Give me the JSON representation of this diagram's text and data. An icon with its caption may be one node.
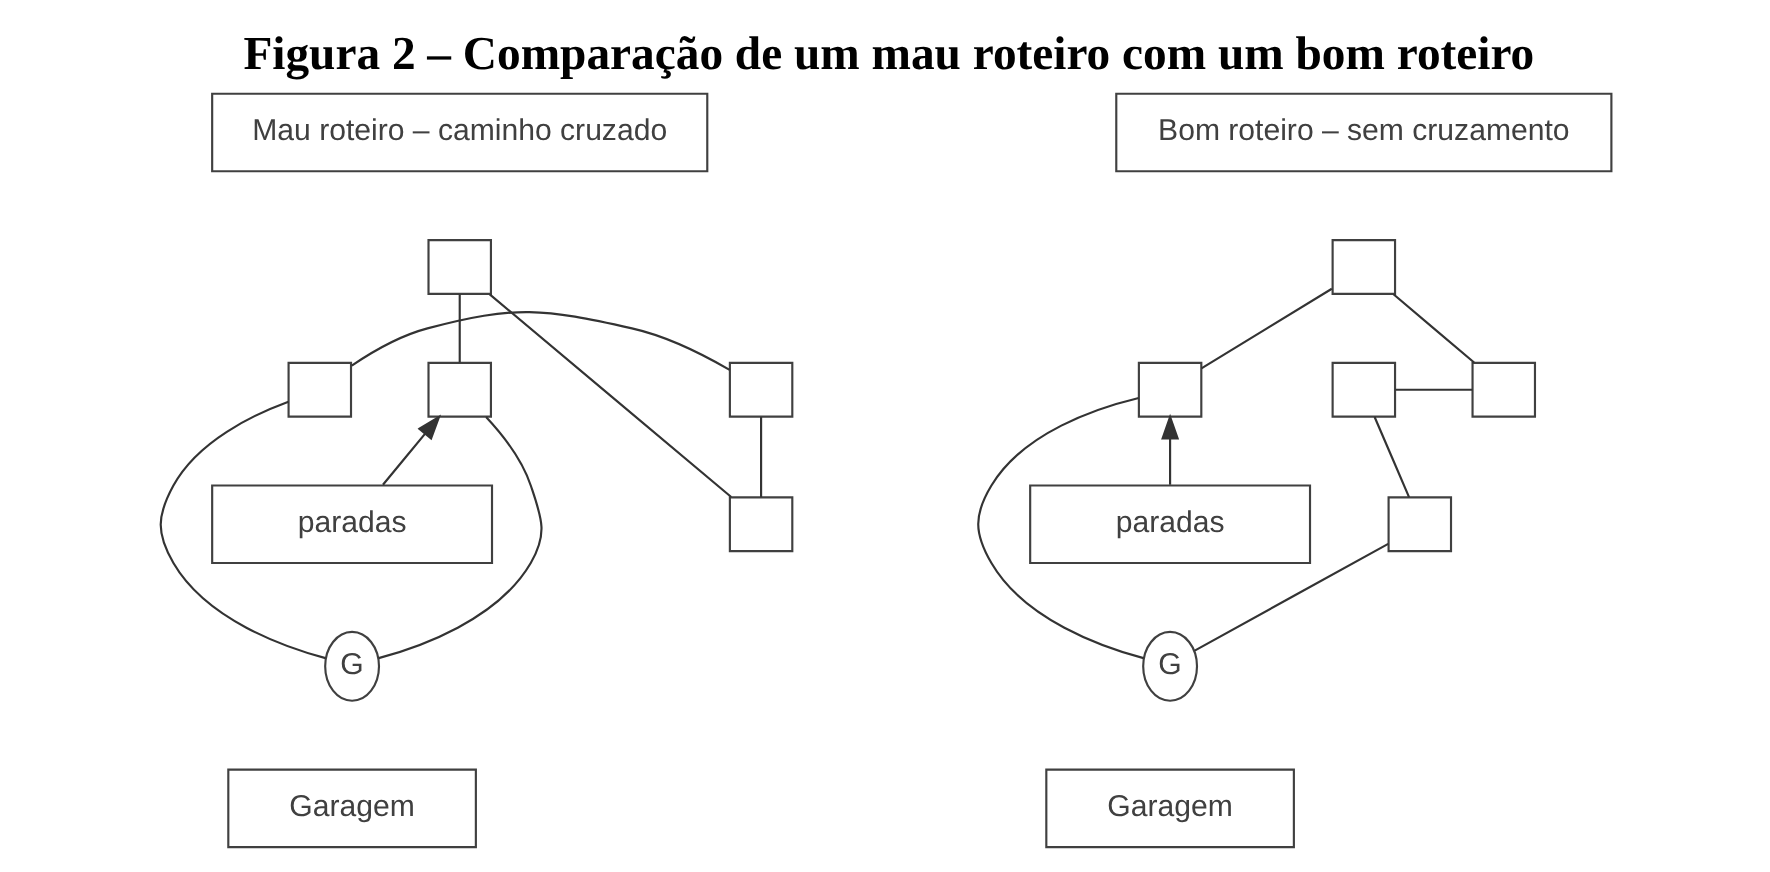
{
  "diagram": {
    "title": "Figura 2 – Comparação de um mau roteiro com um bom roteiro",
    "nodes": [
      {
        "text": [
          "Mau roteiro – caminho cruzado"
        ]
      },
      {
        "text": [
          "Bom roteiro – sem cruzamento"
        ]
      },
      {
        "text": [],
        "shape": "box"
      },
      {
        "text": [],
        "shape": "box"
      },
      {
        "text": [],
        "shape": "box"
      },
      {
        "text": [],
        "shape": "box"
      },
      {
        "text": [
          "paradas"
        ]
      },
      {
        "text": [],
        "shape": "box"
      },
      {
        "text": [
          "G"
        ]
      },
      {
        "text": [
          "Garagem"
        ]
      },
      {
        "text": [],
        "shape": "box"
      },
      {
        "text": [],
        "shape": "box"
      },
      {
        "text": [],
        "shape": "box"
      },
      {
        "text": [],
        "shape": "box"
      },
      {
        "text": [
          "paradas"
        ]
      },
      {
        "text": [],
        "shape": "box"
      },
      {
        "text": [
          "G"
        ]
      },
      {
        "text": [
          "Garagem"
        ]
      }
    ],
    "edges": [
      {
        "from": 3,
        "to": 2,
        "arrow": "none"
      },
      {
        "from": 2,
        "to": 7,
        "arrow": "none"
      },
      {
        "from": 4,
        "to": 5,
        "arrow": "none"
      },
      {
        "from": 5,
        "to": 7,
        "arrow": "none"
      },
      {
        "from": 3,
        "to": 8,
        "arrow": "none"
      },
      {
        "from": 4,
        "to": 8,
        "arrow": "none"
      },
      {
        "from": 6,
        "to": 3,
        "arrow": "to"
      },
      {
        "from": 11,
        "to": 10,
        "arrow": "none"
      },
      {
        "from": 10,
        "to": 13,
        "arrow": "none"
      },
      {
        "from": 12,
        "to": 13,
        "arrow": "none"
      },
      {
        "from": 12,
        "to": 15,
        "arrow": "none"
      },
      {
        "from": 15,
        "to": 16,
        "arrow": "none"
      },
      {
        "from": 11,
        "to": 16,
        "arrow": "none"
      },
      {
        "from": 14,
        "to": 11,
        "arrow": "to"
      }
    ]
  }
}
